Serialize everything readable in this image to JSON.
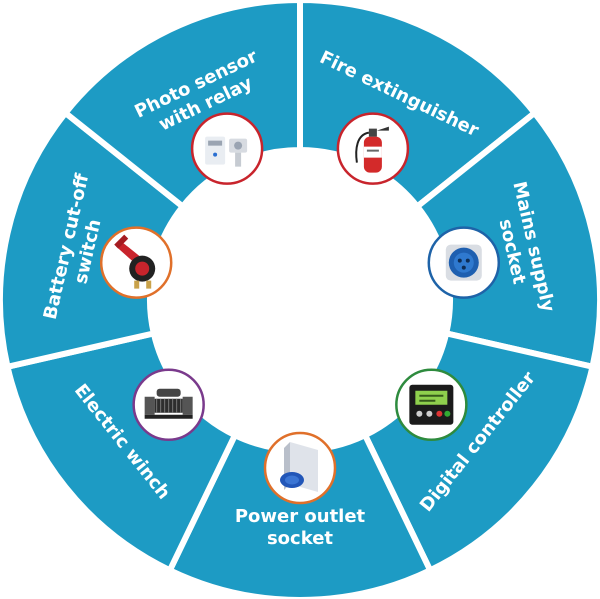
{
  "colors": {
    "ring": "#1d9bc4",
    "divider": "#ffffff",
    "center": "#ffffff"
  },
  "segments": [
    {
      "lines": [
        "Fire extinguisher"
      ],
      "icon": "fire-extinguisher-icon",
      "badge_color": "#c8242c"
    },
    {
      "lines": [
        "Mains supply",
        "socket"
      ],
      "icon": "industrial-socket-icon",
      "badge_color": "#1e63a8"
    },
    {
      "lines": [
        "Digital controller"
      ],
      "icon": "digital-controller-icon",
      "badge_color": "#2e8b3e"
    },
    {
      "lines": [
        "Power outlet",
        "socket"
      ],
      "icon": "power-outlet-socket-icon",
      "badge_color": "#e0702a"
    },
    {
      "lines": [
        "Electric winch"
      ],
      "icon": "electric-winch-icon",
      "badge_color": "#7a3a8c"
    },
    {
      "lines": [
        "Battery cut-off",
        "switch"
      ],
      "icon": "battery-cutoff-switch-icon",
      "badge_color": "#e0702a"
    },
    {
      "lines": [
        "Photo sensor",
        "with relay"
      ],
      "icon": "photo-sensor-relay-icon",
      "badge_color": "#c8242c"
    }
  ]
}
